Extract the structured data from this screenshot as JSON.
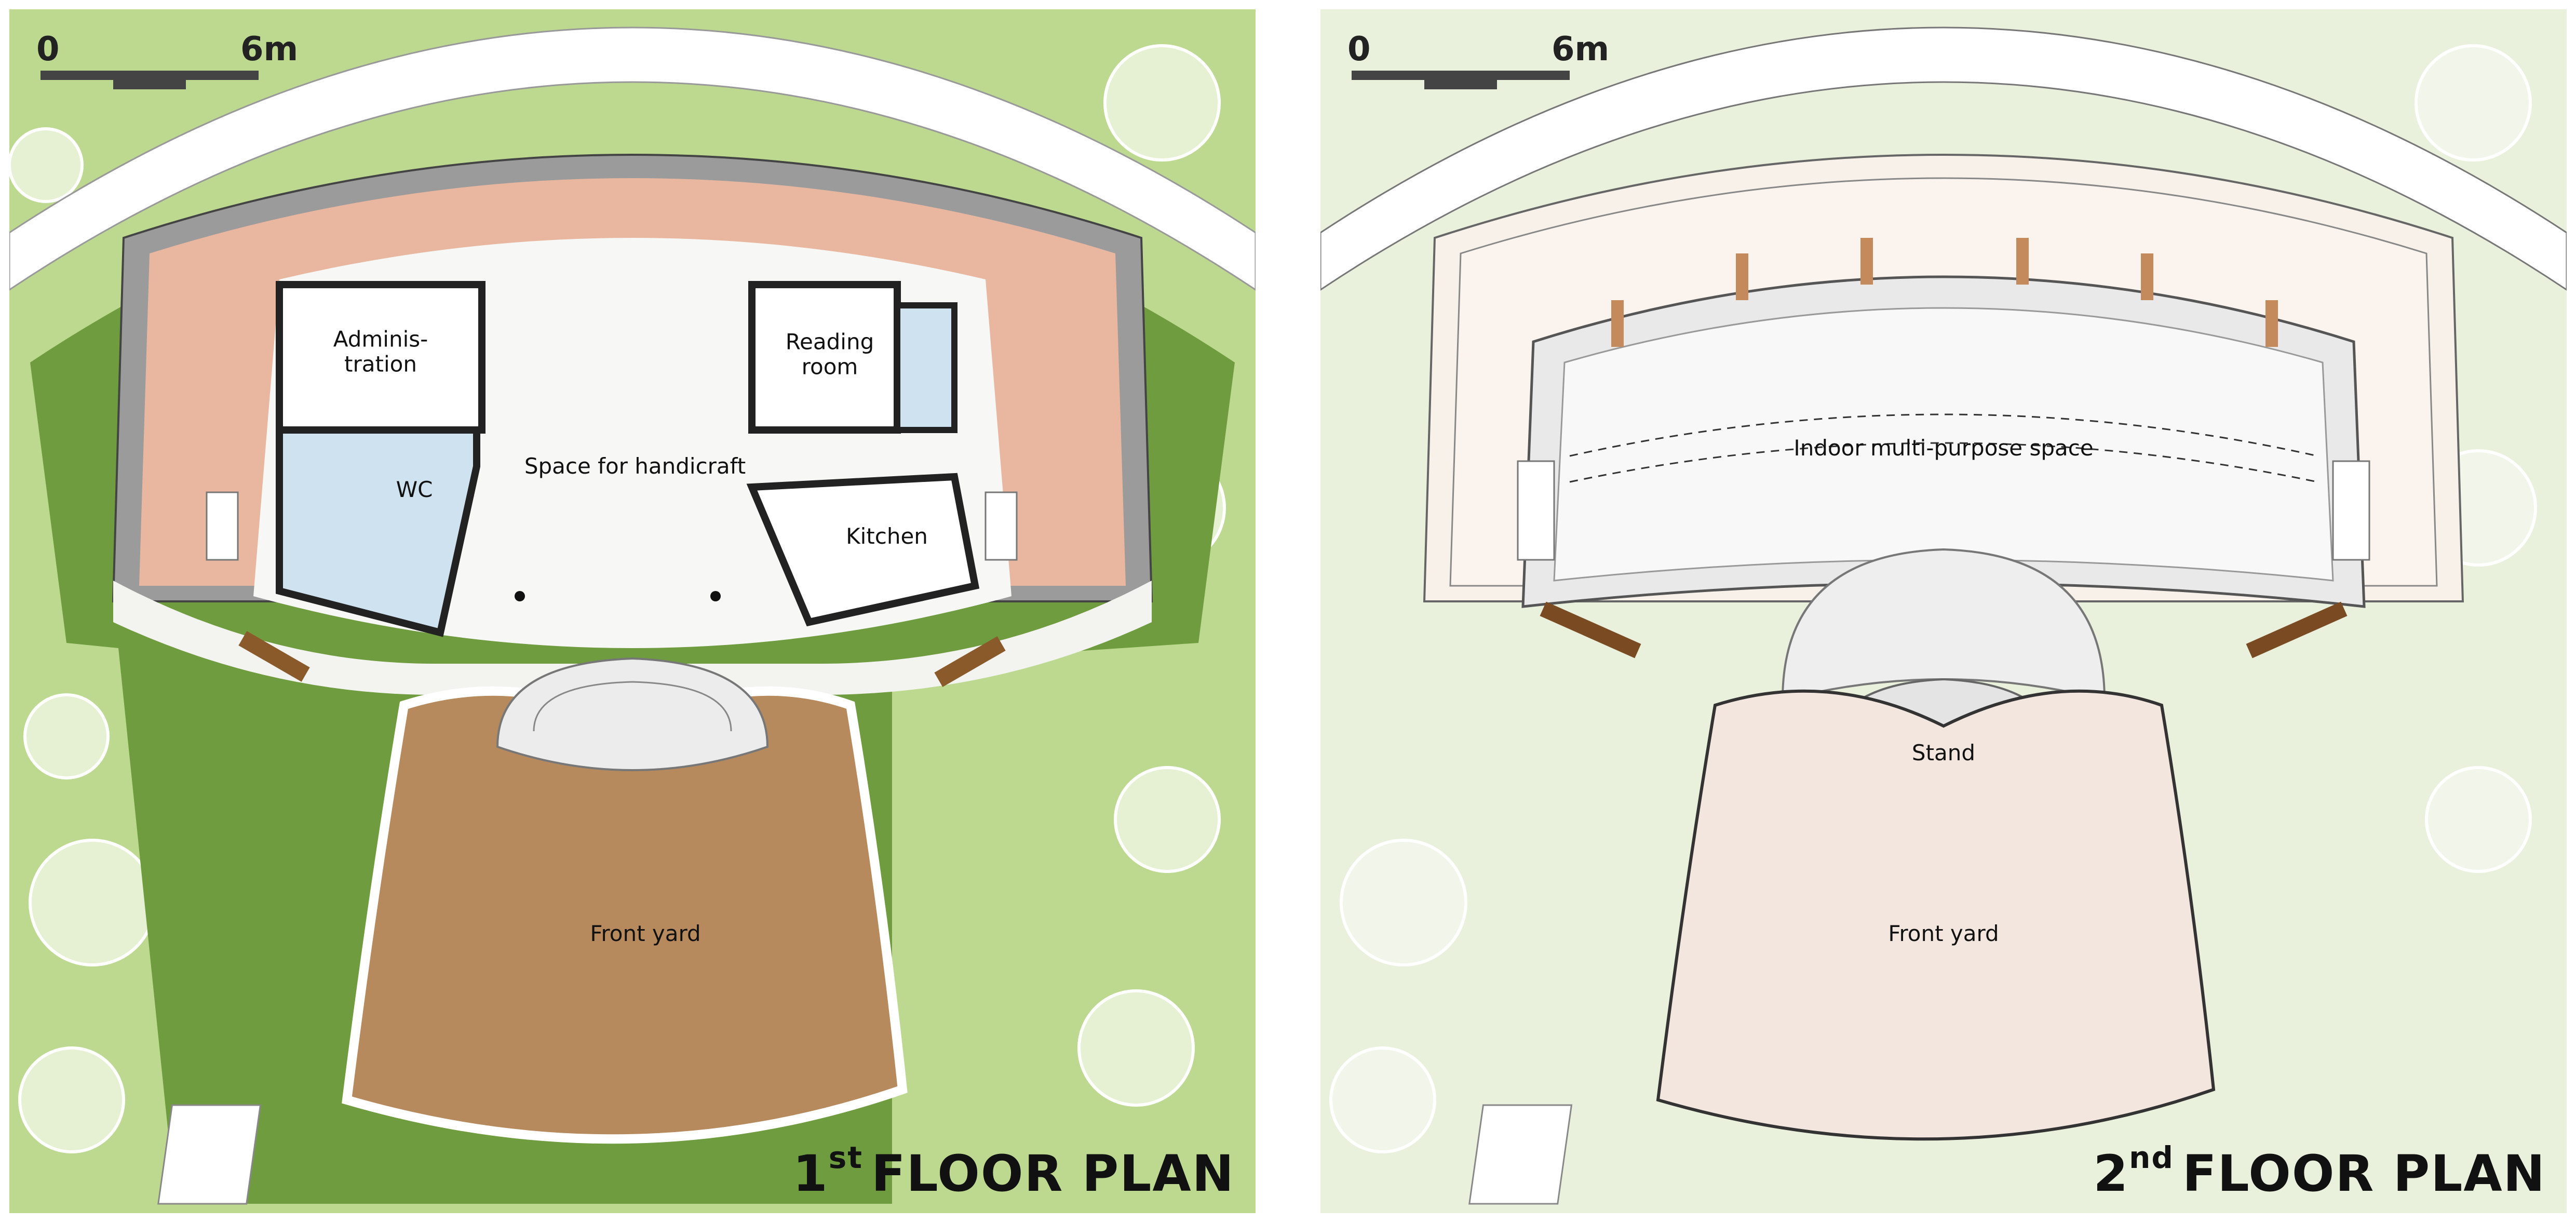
{
  "scale_bar": {
    "start": "0",
    "end": "6m"
  },
  "plan1": {
    "title_num": "1",
    "title_sup": "st",
    "title_text": "FLOOR PLAN",
    "rooms": {
      "administration": "Adminis-\ntration",
      "reading_room": "Reading\nroom",
      "wc": "WC",
      "handicraft": "Space for handicraft",
      "kitchen": "Kitchen",
      "front_yard": "Front yard"
    }
  },
  "plan2": {
    "title_num": "2",
    "title_sup": "nd",
    "title_text": "FLOOR PLAN",
    "rooms": {
      "multipurpose": "Indoor multi-purpose space",
      "stand": "Stand",
      "front_yard": "Front yard"
    }
  },
  "colors": {
    "grass": "#b9d88c",
    "hedge": "#6e9a3c",
    "terrace": "#e8b49a",
    "yard1": "#b78a5e",
    "walls": "#333333",
    "wood": "#8b5a2b",
    "wc_tiles": "#cfe2f0",
    "plan2_bg": "#e9f1dc",
    "plan2_yard": "#f3e6df"
  }
}
